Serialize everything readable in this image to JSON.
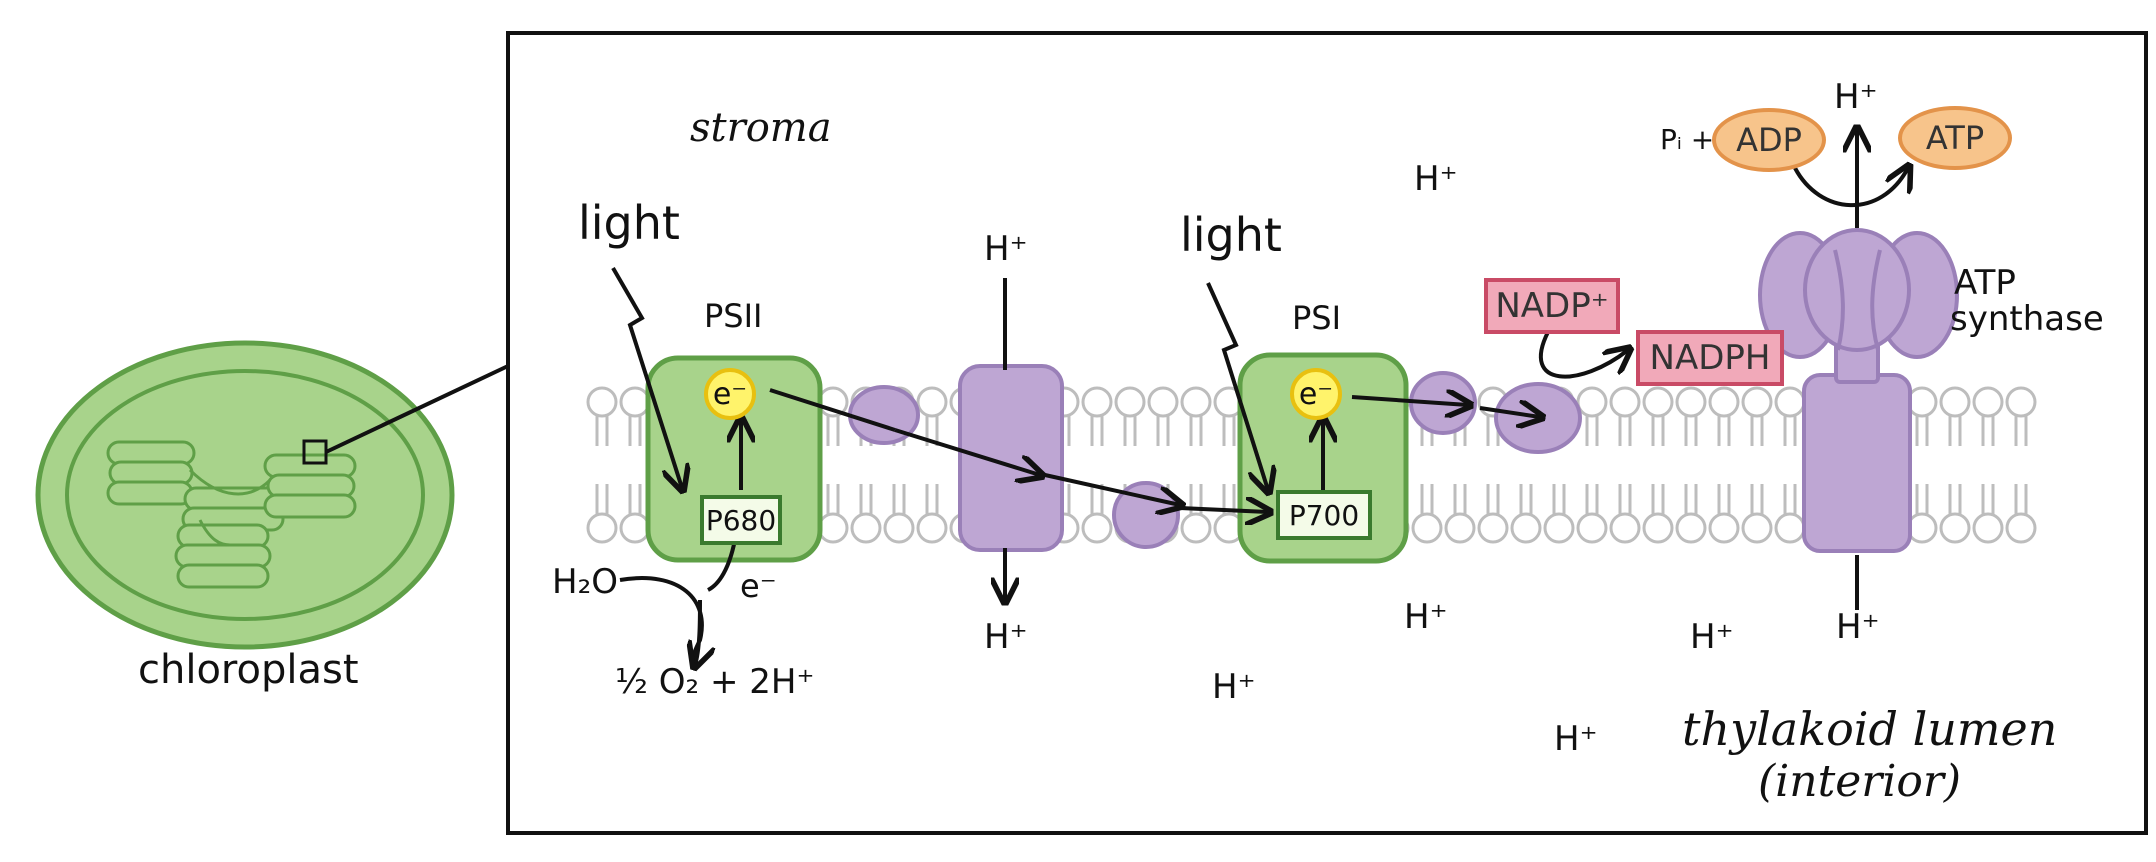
{
  "chloroplast": {
    "label": "chloroplast"
  },
  "regions": {
    "stroma": "stroma",
    "lumen_line1": "thylakoid lumen",
    "lumen_line2": "(interior)"
  },
  "photosystems": {
    "ps2": {
      "label": "PSII",
      "reaction_center": "P680"
    },
    "ps1": {
      "label": "PSI",
      "reaction_center": "P700"
    }
  },
  "light_labels": [
    "light",
    "light"
  ],
  "electron": "e⁻",
  "water_split": {
    "reactant": "H₂O",
    "electron": "e⁻",
    "products": "½ O₂ + 2H⁺"
  },
  "proton": "H⁺",
  "nadp": {
    "reactant": "NADP⁺",
    "product": "NADPH"
  },
  "atp": {
    "pi": "Pᵢ +",
    "adp": "ADP",
    "atp": "ATP",
    "synthase_line1": "ATP",
    "synthase_line2": "synthase"
  },
  "colors": {
    "photosystem_fill": "#a8d38b",
    "photosystem_stroke": "#5f9f47",
    "protein_fill": "#bea6d3",
    "protein_stroke": "#9a80b8",
    "lipid": "#bdbdbd",
    "chloroplast_fill": "#a8d38b",
    "chloroplast_stroke": "#5f9f47"
  }
}
